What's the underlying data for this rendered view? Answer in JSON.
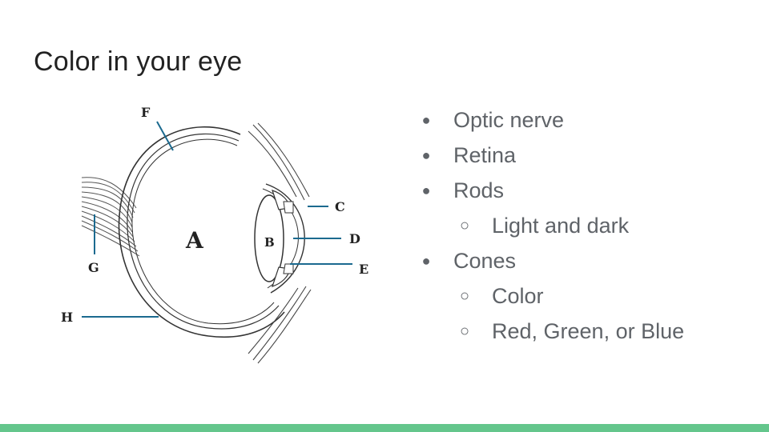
{
  "slide": {
    "title": "Color in your eye"
  },
  "diagram": {
    "labels": {
      "a": "A",
      "b": "B",
      "c": "C",
      "d": "D",
      "e": "E",
      "f": "F",
      "g": "G",
      "h": "H"
    },
    "pointer_color": "#1b6a8f"
  },
  "bullets": [
    {
      "level": 1,
      "marker": "●",
      "text": "Optic nerve"
    },
    {
      "level": 1,
      "marker": "●",
      "text": "Retina"
    },
    {
      "level": 1,
      "marker": "●",
      "text": "Rods"
    },
    {
      "level": 2,
      "marker": "○",
      "text": "Light and dark"
    },
    {
      "level": 1,
      "marker": "●",
      "text": "Cones"
    },
    {
      "level": 2,
      "marker": "○",
      "text": "Color"
    },
    {
      "level": 2,
      "marker": "○",
      "text": "Red, Green, or Blue"
    }
  ],
  "colors": {
    "accent_bar": "#64c68c",
    "title": "#222222",
    "bullet_text": "#5f6368"
  }
}
